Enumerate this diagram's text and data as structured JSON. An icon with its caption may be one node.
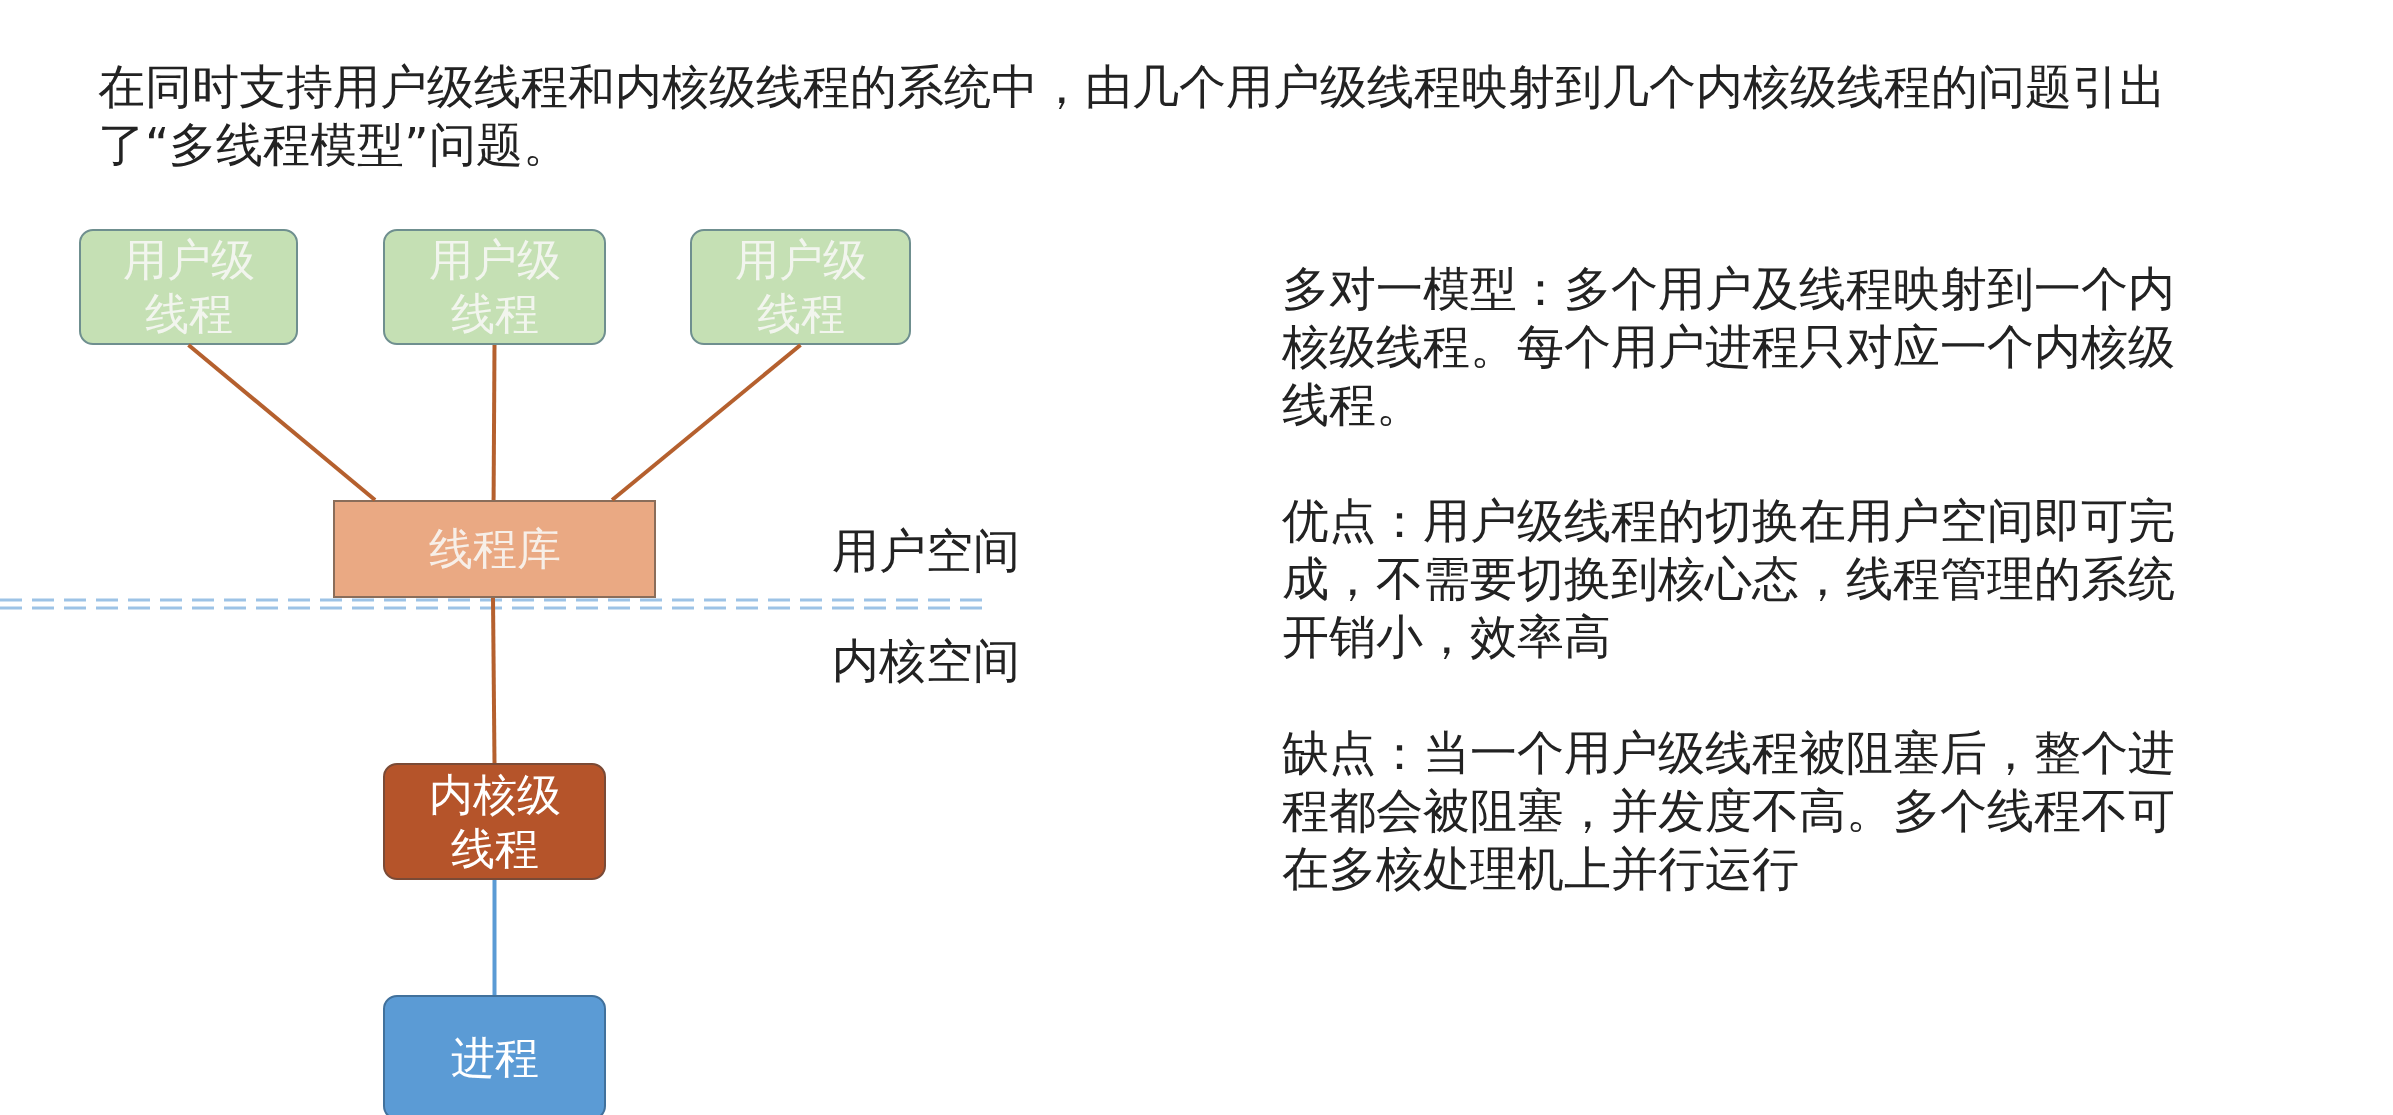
{
  "diagram": {
    "title": "在同时支持用户级线程和内核级线程的系统中，由几个用户级线程映射到几个内核级线程的问题引出了“多线程模型”问题。",
    "nodes": [
      {
        "text": [
          "用户级线程"
        ]
      },
      {
        "text": [
          "用户级线程"
        ]
      },
      {
        "text": [
          "用户级线程"
        ]
      },
      {
        "text": [
          "线程库"
        ]
      },
      {
        "text": [
          "内核级线程"
        ]
      },
      {
        "text": [
          "进程"
        ]
      }
    ],
    "edges": [
      {
        "from": 0,
        "to": 3,
        "arrow": "none"
      },
      {
        "from": 1,
        "to": 3,
        "arrow": "none"
      },
      {
        "from": 2,
        "to": 3,
        "arrow": "none"
      },
      {
        "from": 3,
        "to": 4,
        "arrow": "none"
      },
      {
        "from": 4,
        "to": 5,
        "arrow": "none",
        "color": "#5b9bd5"
      }
    ],
    "labels": [
      "多对一模型：多个用户及线程映射到一个内核级线程。每个用户进程只对应一个内核级线程。",
      "用户空间",
      "优点：用户级线程的切换在用户空间即可完成，不需要切换到核心态，线程管理的系统开销小，效率高",
      "内核空间",
      "缺点：当一个用户级线程被阻塞后，整个进程都会被阻塞，并发度不高。多个线程不可在多核处理机上并行运行"
    ]
  }
}
